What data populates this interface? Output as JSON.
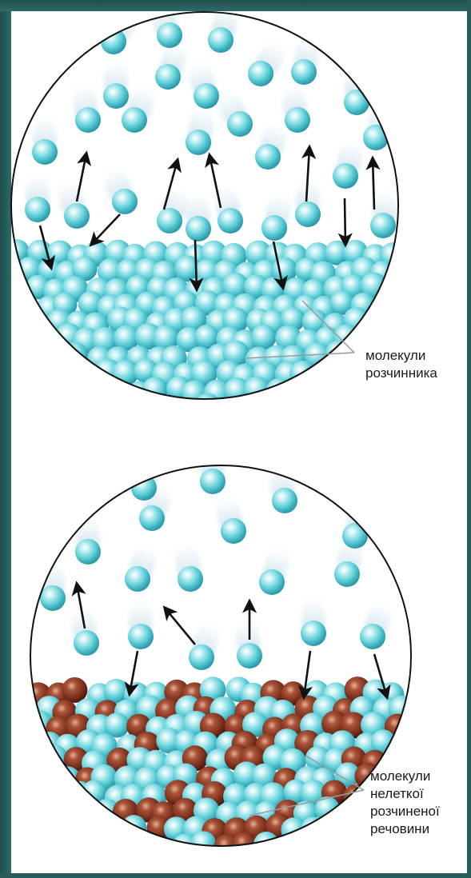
{
  "labels": {
    "solvent": [
      "молекули",
      "розчинника"
    ],
    "solute": [
      "молекули",
      "нелеткої",
      "розчиненої",
      "речовини"
    ]
  },
  "colors": {
    "frame": "#2a5d5a",
    "solvent_molecule": "#5fcfd8",
    "solute_molecule": "#8a3b22",
    "arrow": "#111111",
    "circle_outline": "#111111"
  }
}
